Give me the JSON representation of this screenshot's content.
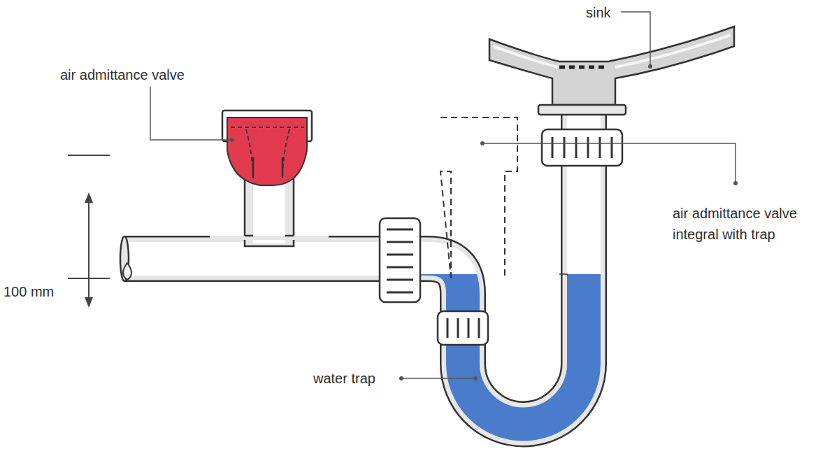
{
  "diagram": {
    "labels": [
      "air admittance valve",
      "sink",
      "air admittance valve integral with trap",
      "water trap",
      "100 mm"
    ]
  }
}
